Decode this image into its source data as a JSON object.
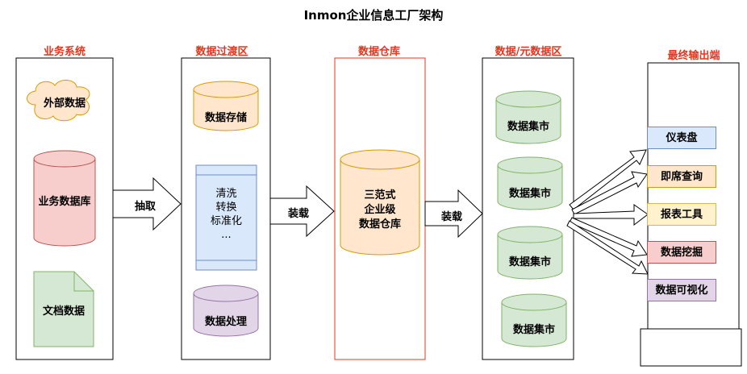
{
  "title": "Inmon企业信息工厂架构",
  "sections": {
    "business": "业务系统",
    "staging": "数据过渡区",
    "warehouse": "数据仓库",
    "mart_area": "数据/元数据区",
    "output": "最终输出端"
  },
  "business": {
    "external": "外部数据",
    "db": "业务数据库",
    "doc": "文档数据"
  },
  "staging": {
    "storage": "数据存储",
    "process_lines": [
      "清洗",
      "转换",
      "标准化",
      "..."
    ],
    "processing": "数据处理"
  },
  "arrows": {
    "extract": "抽取",
    "load1": "装载",
    "load2": "装载"
  },
  "warehouse": {
    "db_lines": [
      "三范式",
      "企业级",
      "数据仓库"
    ]
  },
  "marts": [
    "数据集市",
    "数据集市",
    "数据集市",
    "数据集市"
  ],
  "outputs": [
    {
      "label": "仪表盘",
      "fill": "#dae8fc",
      "stroke": "#6c8ebf"
    },
    {
      "label": "即席查询",
      "fill": "#ffe6cc",
      "stroke": "#d79b00"
    },
    {
      "label": "报表工具",
      "fill": "#fff2cc",
      "stroke": "#d6b656"
    },
    {
      "label": "数据挖掘",
      "fill": "#f8cecc",
      "stroke": "#b85450"
    },
    {
      "label": "数据可视化",
      "fill": "#e1d5e7",
      "stroke": "#9673a6"
    }
  ],
  "colors": {
    "section_title": "#e8341c",
    "orange_fill": "#ffe6cc",
    "orange_stroke": "#d79b00",
    "red_fill": "#f8cecc",
    "red_stroke": "#b85450",
    "green_fill": "#d5e8d4",
    "green_stroke": "#82b366",
    "blue_fill": "#dae8fc",
    "blue_stroke": "#6c8ebf",
    "purple_fill": "#e1d5e7",
    "purple_stroke": "#9673a6",
    "warehouse_border": "#e8341c"
  }
}
